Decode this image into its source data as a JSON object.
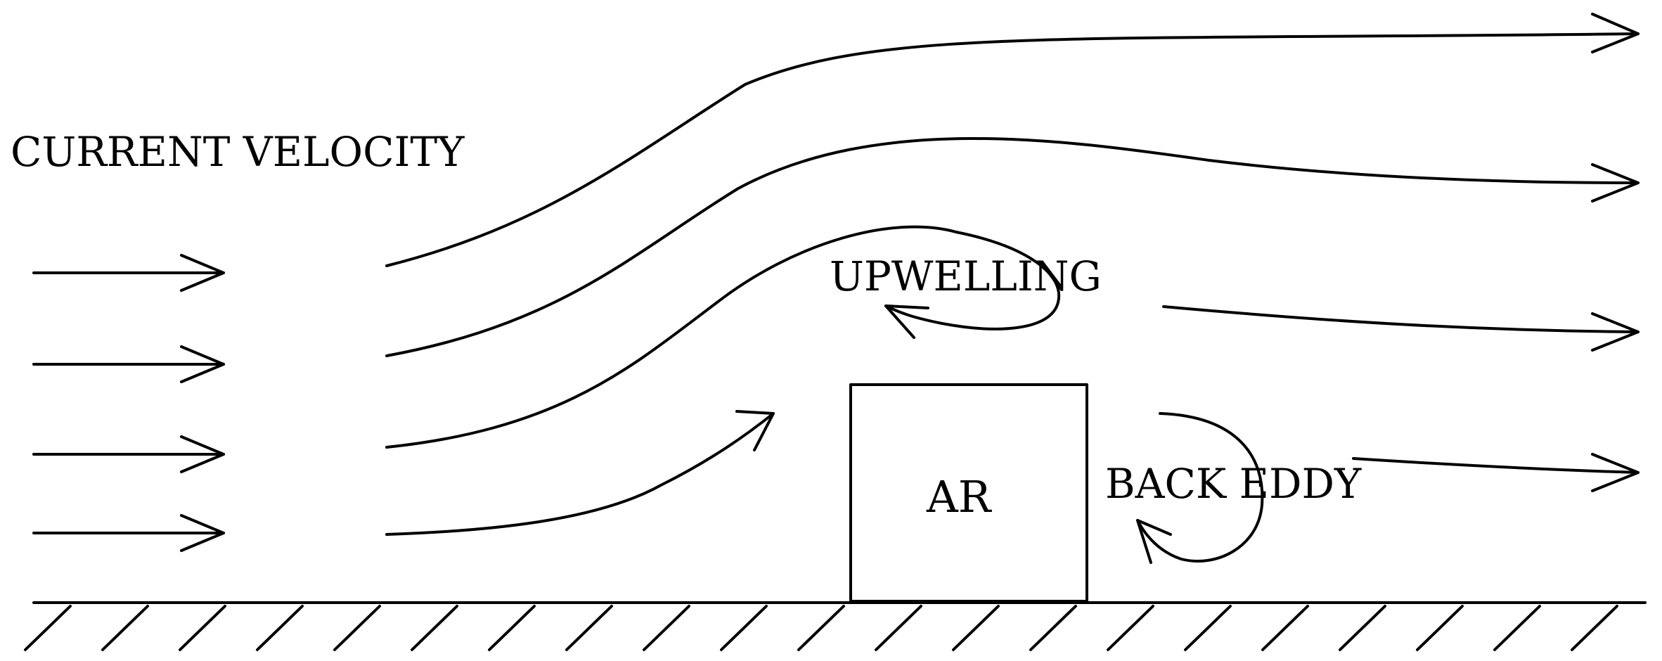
{
  "labels": {
    "current_velocity": "CURRENT VELOCITY",
    "upwelling": "UPWELLING",
    "back_eddy": "BACK EDDY",
    "reef": "AR"
  },
  "colors": {
    "stroke": "#000000",
    "background": "#ffffff"
  }
}
